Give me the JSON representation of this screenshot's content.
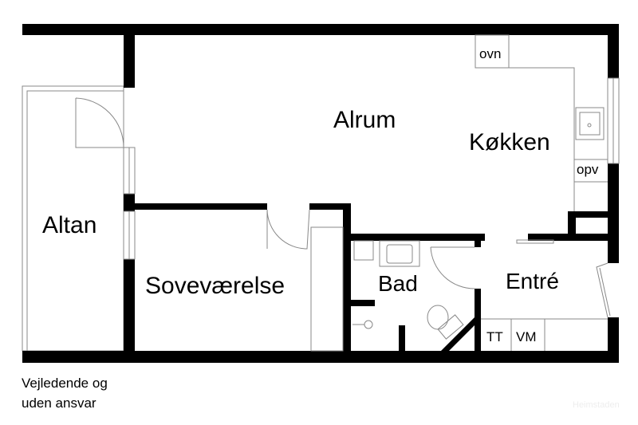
{
  "rooms": {
    "alrum": "Alrum",
    "kokken": "Køkken",
    "altan": "Altan",
    "sovevaerelse": "Soveværelse",
    "bad": "Bad",
    "entre": "Entré"
  },
  "fixtures": {
    "ovn": "ovn",
    "opv": "opv",
    "tt": "TT",
    "vm": "VM"
  },
  "disclaimer": {
    "line1": "Vejledende og",
    "line2": "uden ansvar"
  },
  "watermark": "Heimstaden"
}
